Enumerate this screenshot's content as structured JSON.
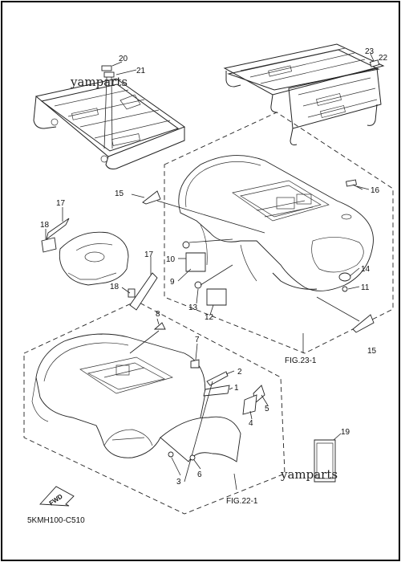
{
  "watermarks": [
    "yamparts",
    "yamparts"
  ],
  "figure_refs": {
    "top": "FIG.23-1",
    "bottom": "FIG.22-1"
  },
  "diagram_code": "5KMH100-C510",
  "fwd_label": "FWD",
  "callouts": {
    "c20": "20",
    "c21": "21",
    "c23": "23",
    "c22": "22",
    "c15a": "15",
    "c16": "16",
    "c17a": "17",
    "c18a": "18",
    "c17b": "17",
    "c18b": "18",
    "c10": "10",
    "c9": "9",
    "c13": "13",
    "c12": "12",
    "c14": "14",
    "c11": "11",
    "c15b": "15",
    "c8": "8",
    "c7": "7",
    "c2": "2",
    "c1": "1",
    "c5": "5",
    "c4": "4",
    "c3": "3",
    "c6": "6",
    "c19": "19"
  }
}
